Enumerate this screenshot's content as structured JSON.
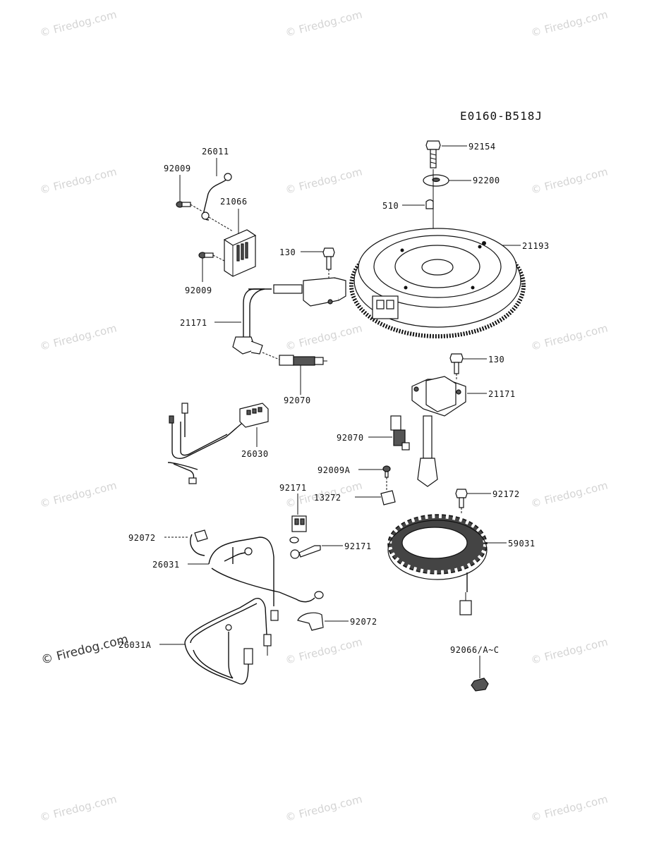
{
  "diagram_code": "E0160-B518J",
  "watermark": "© Firedog.com",
  "labels": {
    "p92154": "92154",
    "p92200": "92200",
    "p510": "510",
    "p21193": "21193",
    "p130_top": "130",
    "p26011": "26011",
    "p92009_a": "92009",
    "p21066": "21066",
    "p92009_b": "92009",
    "p21171_left": "21171",
    "p92070_left": "92070",
    "p130_right": "130",
    "p21171_right": "21171",
    "p92070_right": "92070",
    "p26030": "26030",
    "p92009A": "92009A",
    "p13272": "13272",
    "p92171_a": "92171",
    "p92171_b": "92171",
    "p92172": "92172",
    "p59031": "59031",
    "p92072_a": "92072",
    "p26031": "26031",
    "p92072_b": "92072",
    "p26031A": "26031A",
    "p92066": "92066/A~C"
  }
}
